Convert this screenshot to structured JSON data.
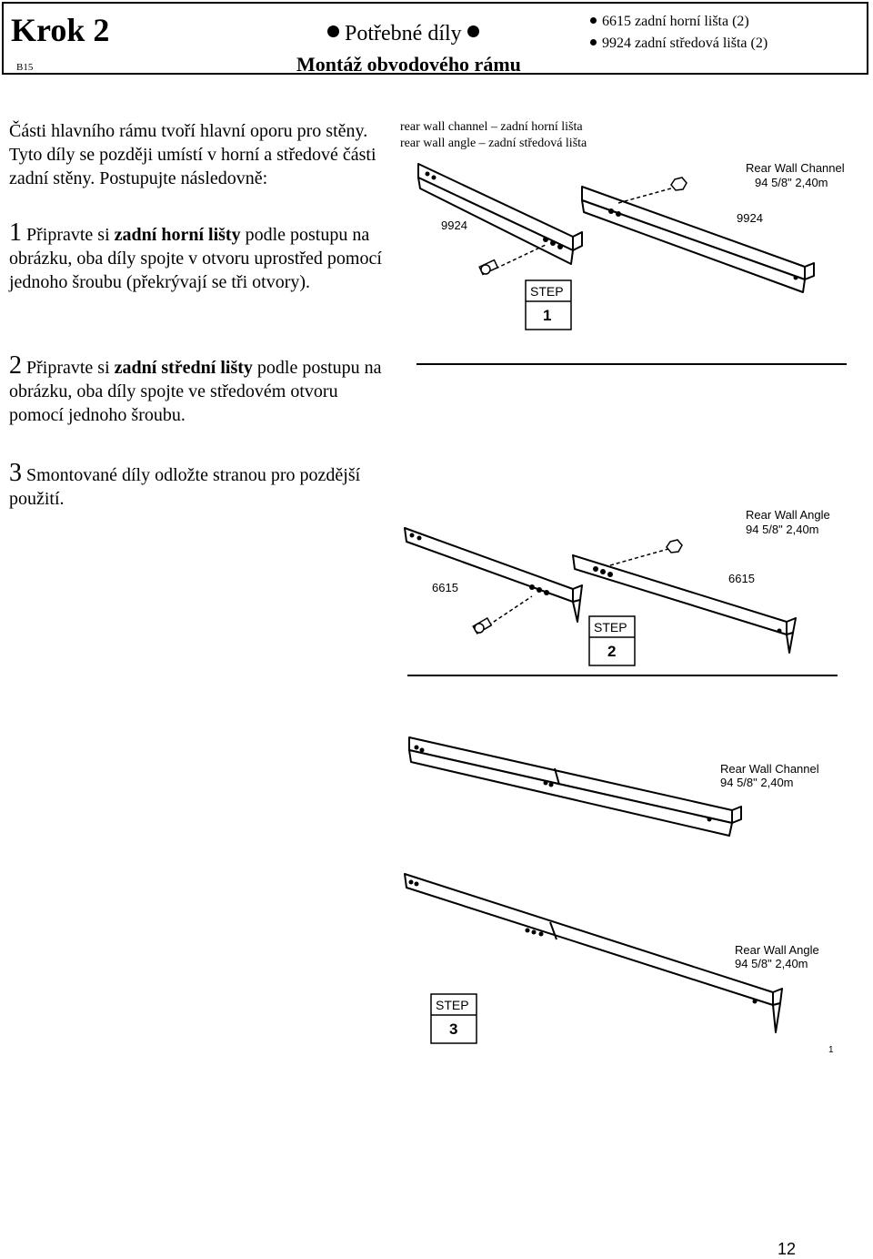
{
  "header": {
    "step_title": "Krok 2",
    "code": "B15",
    "parts_title": "Potřebné díly",
    "subtitle": "Montáž obvodového rámu",
    "parts": [
      "6615 zadní horní lišta (2)",
      "9924 zadní středová lišta (2)"
    ]
  },
  "intro": "Části hlavního rámu tvoří hlavní oporu pro stěny. Tyto díly se později umístí v horní a středové části zadní stěny. Postupujte následovně:",
  "steps": [
    {
      "num": "1",
      "pre": "Připravte si ",
      "bold": "zadní horní lišty",
      "post": " podle postupu na obrázku, oba díly spojte v otvoru uprostřed pomocí jednoho šroubu (překrývají se tři otvory)."
    },
    {
      "num": "2",
      "pre": "Připravte si ",
      "bold": "zadní střední lišty",
      "post": " podle postupu na obrázku, oba díly spojte ve středovém otvoru pomocí jednoho šroubu."
    },
    {
      "num": "3",
      "pre": "Smontované díly odložte stranou pro pozdější použití.",
      "bold": "",
      "post": ""
    }
  ],
  "caption": {
    "line1": "rear wall channel – zadní horní lišta",
    "line2": "rear wall angle – zadní středová lišta"
  },
  "figures": {
    "fig1": {
      "part_left": "9924",
      "part_right": "9924",
      "name": "Rear Wall Channel",
      "size": "94 5/8\"  2,40m",
      "step_label": "STEP",
      "step_num": "1"
    },
    "fig2": {
      "part_left": "6615",
      "part_right": "6615",
      "name": "Rear Wall Angle",
      "size": "94 5/8\"  2,40m",
      "step_label": "STEP",
      "step_num": "2"
    },
    "fig3": {
      "name_top": "Rear Wall Channel",
      "size_top": "94 5/8\"  2,40m",
      "name_bottom": "Rear Wall Angle",
      "size_bottom": "94 5/8\"  2,40m",
      "step_label": "STEP",
      "step_num": "3",
      "mark": "1"
    }
  },
  "page_number": "12"
}
